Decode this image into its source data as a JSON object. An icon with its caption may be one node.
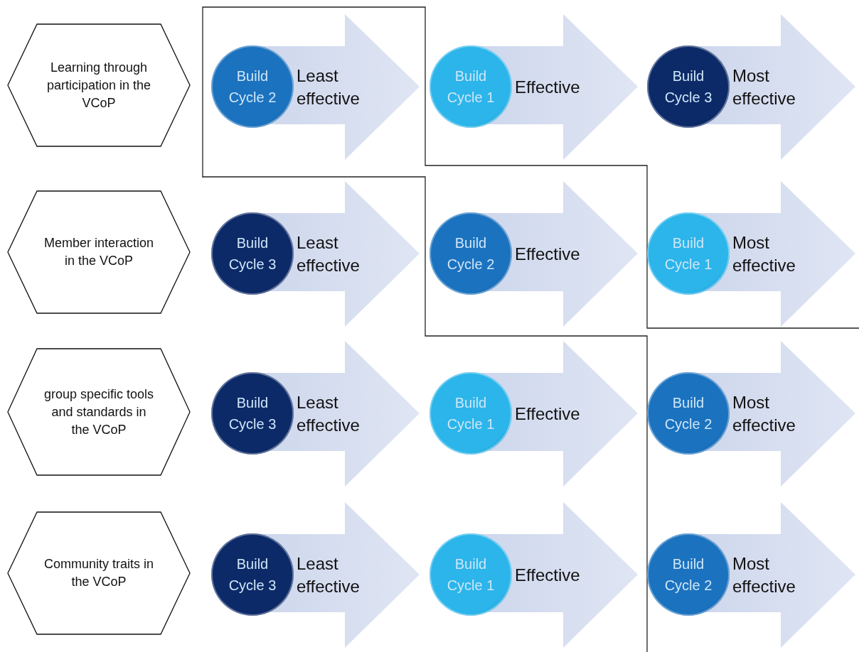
{
  "diagram": {
    "nodes": [
      {
        "text": [
          "Learning through participation in the VCoP"
        ]
      },
      {
        "text": [
          "Least effective"
        ]
      },
      {
        "text": [
          "Build Cycle 2"
        ]
      },
      {
        "text": [
          "Effective"
        ]
      },
      {
        "text": [
          "Build Cycle 1"
        ]
      },
      {
        "text": [
          "Most effective"
        ]
      },
      {
        "text": [
          "Build Cycle 3"
        ]
      },
      {
        "text": [
          "Member interaction in the VCoP"
        ]
      },
      {
        "text": [
          "Least effective"
        ]
      },
      {
        "text": [
          "Build Cycle 3"
        ]
      },
      {
        "text": [
          "Effective"
        ]
      },
      {
        "text": [
          "Build Cycle 2"
        ]
      },
      {
        "text": [
          "Most effective"
        ]
      },
      {
        "text": [
          "Build Cycle 1"
        ]
      },
      {
        "text": [
          "group specific tools and standards in the VCoP"
        ]
      },
      {
        "text": [
          "Least effective"
        ]
      },
      {
        "text": [
          "Build Cycle 3"
        ]
      },
      {
        "text": [
          "Effective"
        ]
      },
      {
        "text": [
          "Build Cycle 1"
        ]
      },
      {
        "text": [
          "Most effective"
        ]
      },
      {
        "text": [
          "Build Cycle 2"
        ]
      },
      {
        "text": [
          "Community traits in the VCoP"
        ]
      },
      {
        "text": [
          "Least effective"
        ]
      },
      {
        "text": [
          "Build Cycle 3"
        ]
      },
      {
        "text": [
          "Effective"
        ]
      },
      {
        "text": [
          "Build Cycle 1"
        ]
      },
      {
        "text": [
          "Most effective"
        ]
      },
      {
        "text": [
          "Build Cycle 2"
        ]
      }
    ]
  }
}
